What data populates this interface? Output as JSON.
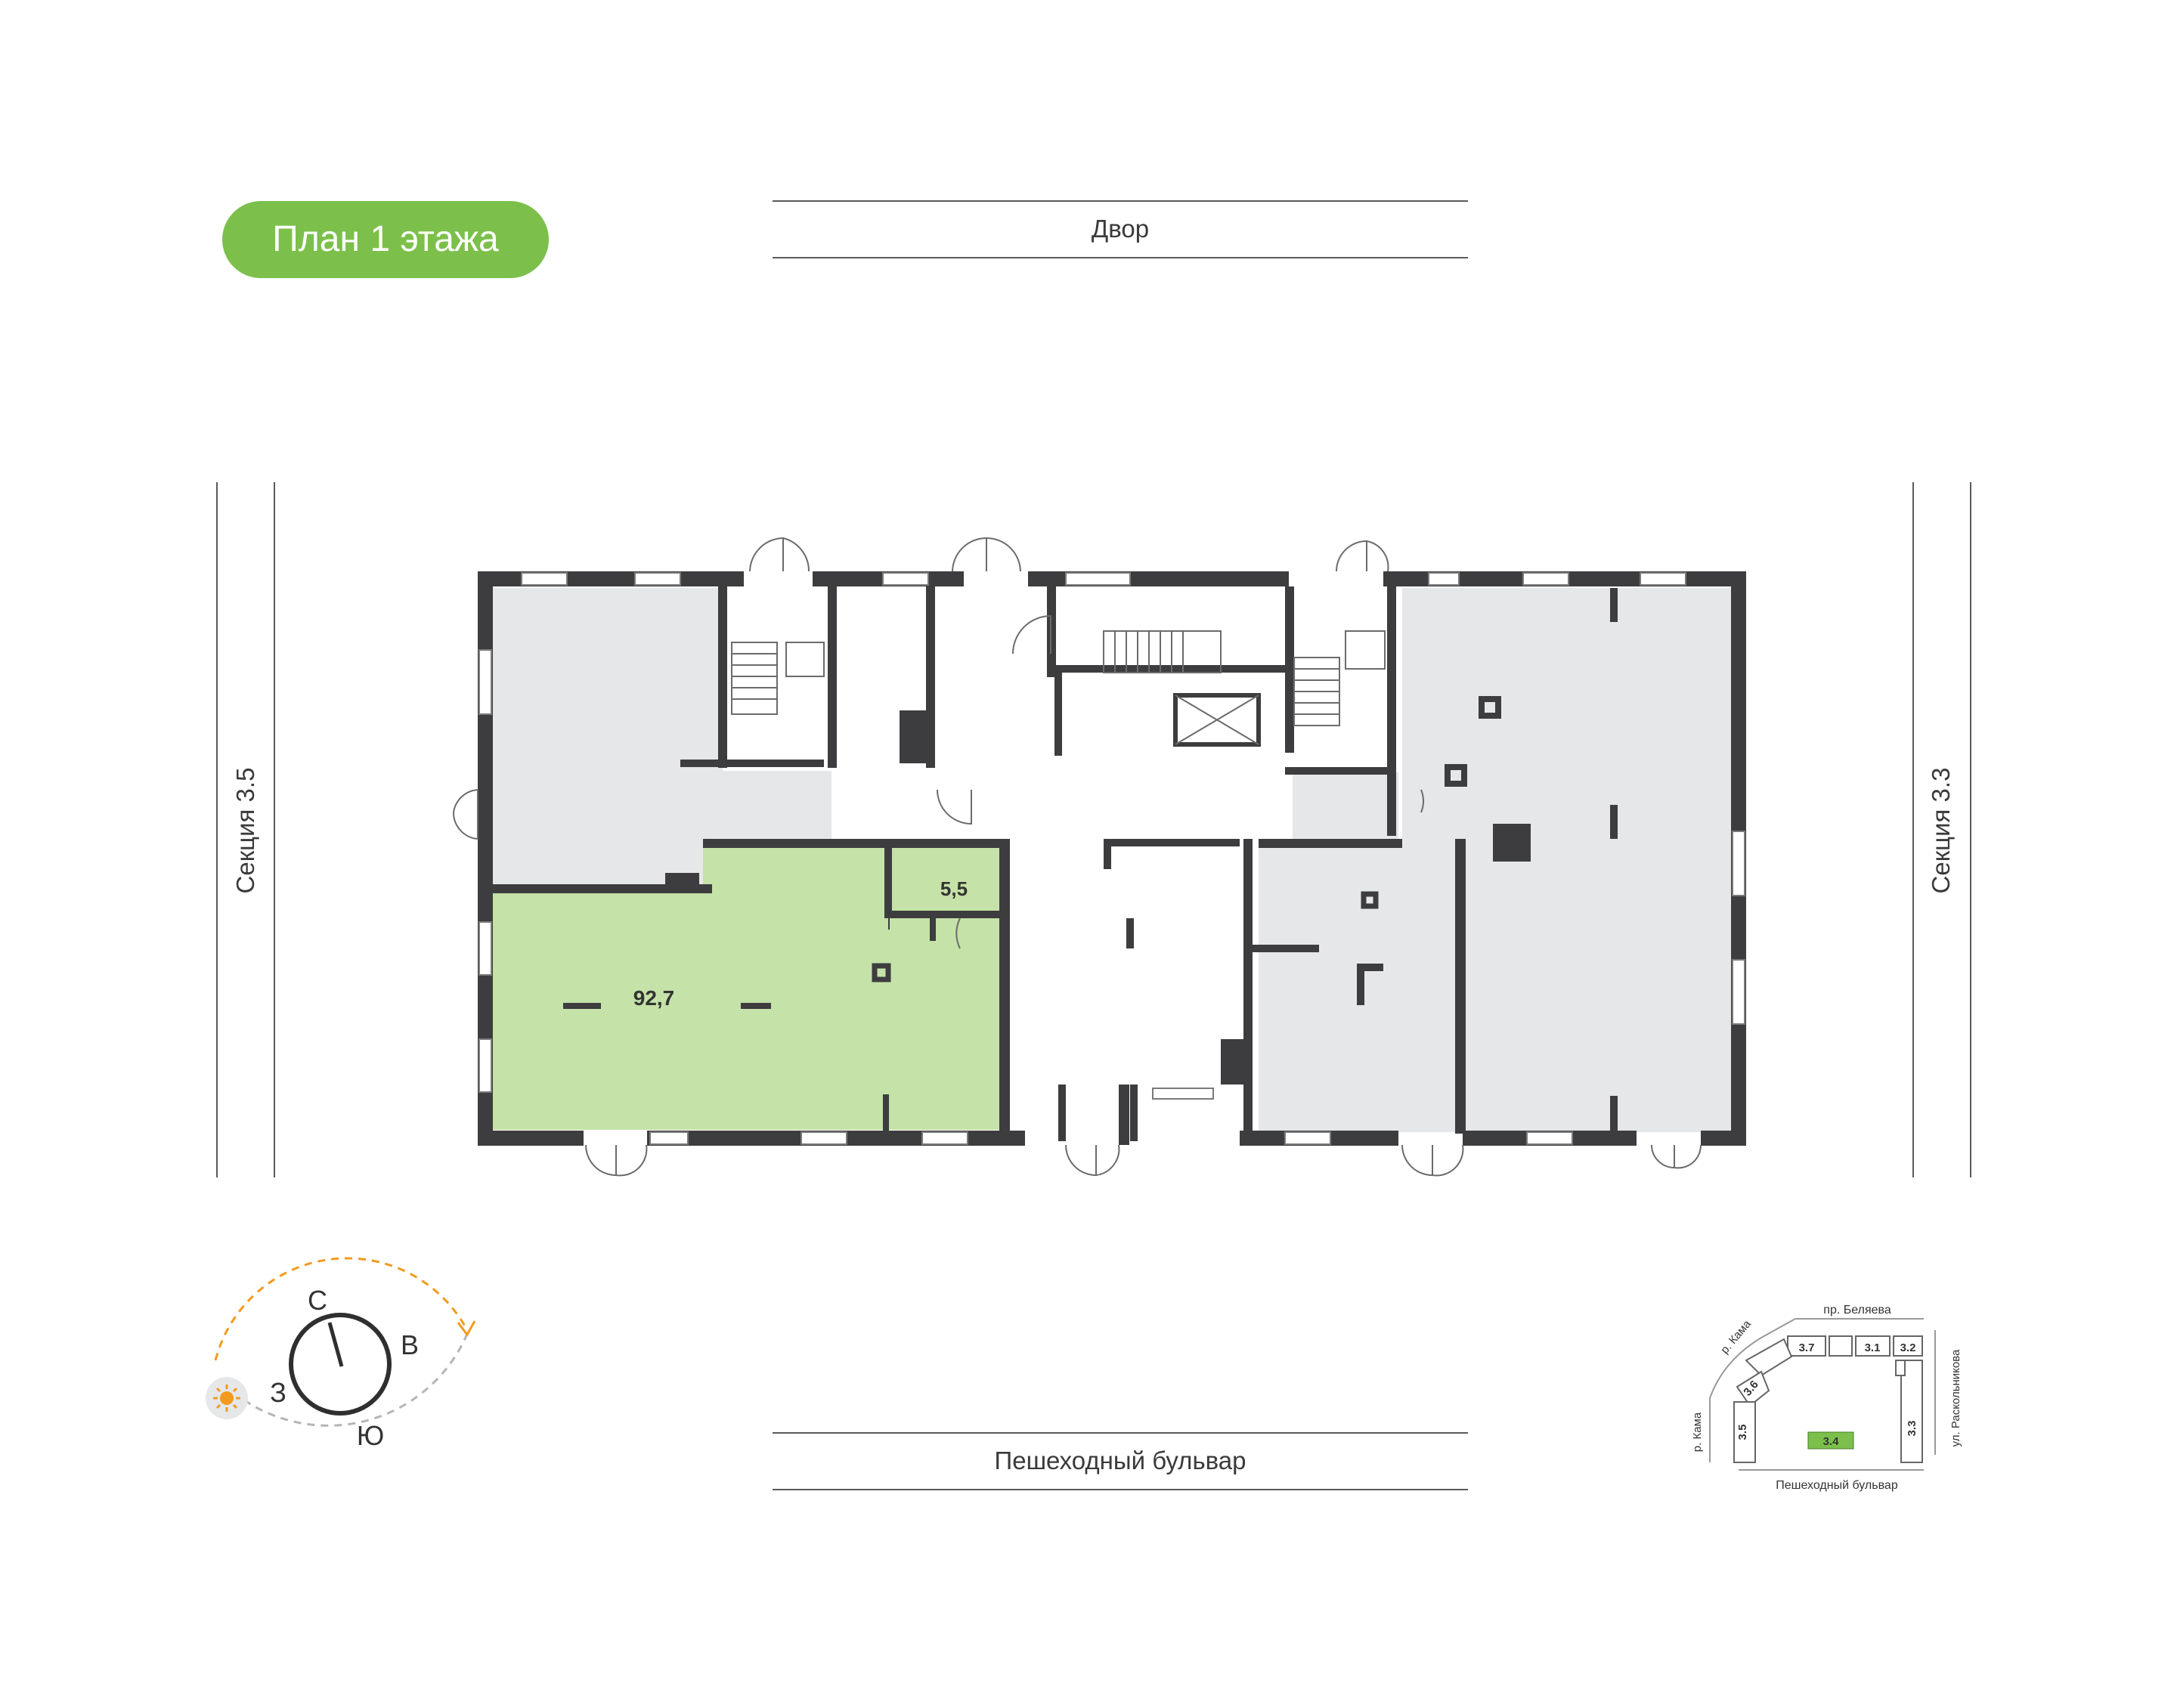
{
  "title": "План 1 этажа",
  "streets": {
    "top": "Двор",
    "bottom": "Пешеходный бульвар",
    "left": "Секция 3.5",
    "right": "Секция 3.3"
  },
  "rooms": [
    {
      "label": "92,7",
      "selected": true
    },
    {
      "label": "5,5",
      "selected": true
    }
  ],
  "compass": {
    "north": "С",
    "east": "В",
    "south": "Ю",
    "west": "З"
  },
  "minimap": {
    "street_top": "пр. Беляева",
    "street_river_top": "р. Кама",
    "street_river_left": "р. Кама",
    "street_right": "ул. Раскольникова",
    "street_bottom": "Пешеходный бульвар",
    "sections": [
      "3.7",
      "3.1",
      "3.2",
      "3.6",
      "3.5",
      "3.4",
      "3.3"
    ],
    "current_section": "3.4"
  },
  "colors": {
    "accent": "#7cc04b",
    "selected_room": "#c5e2a8",
    "room_fill": "#e6e7e9",
    "wall": "#3d3d3f",
    "sun": "#f39a1e"
  }
}
